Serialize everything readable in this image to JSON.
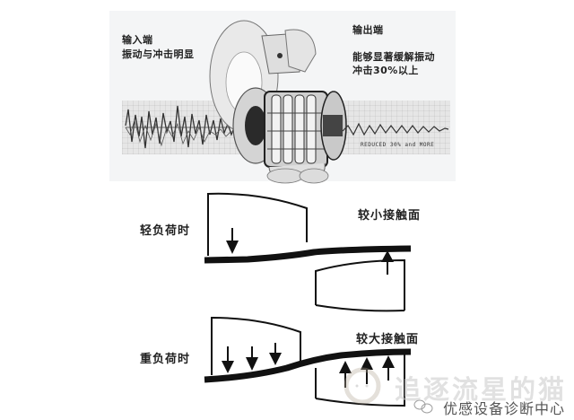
{
  "photo": {
    "input_label": "输入端",
    "input_desc": "振动与冲击明显",
    "output_label": "输出端",
    "output_desc_line1": "能够显著缓解振动",
    "output_desc_line2": "冲击30%以上",
    "reduced_caption": "REDUCED 30% and MORE"
  },
  "diagrams": [
    {
      "load_label": "轻负荷时",
      "contact_label": "较小接触面",
      "down_arrows": 1,
      "up_arrows": 1
    },
    {
      "load_label": "重负荷时",
      "contact_label": "较大接触面",
      "down_arrows": 3,
      "up_arrows": 3
    }
  ],
  "watermark": {
    "main": "追逐流星的猫",
    "sub": "优感设备诊断中心"
  },
  "colors": {
    "line": "#111111",
    "band": "#e6e6e6",
    "photo_bg": "#f4f5f6",
    "watermark": "#c8c8c8"
  }
}
